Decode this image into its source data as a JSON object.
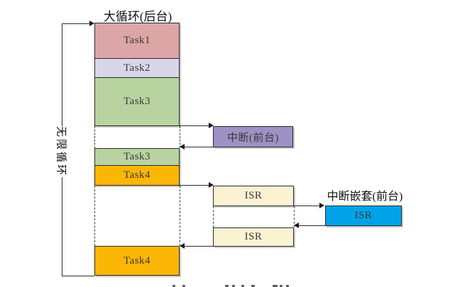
{
  "diagram": {
    "title": "大循环(后台)",
    "loop_label": "无限循环",
    "background_tasks": [
      {
        "label": "Task1",
        "color": "#dca6a6"
      },
      {
        "label": "Task2",
        "color": "#dad6ea"
      },
      {
        "label": "Task3",
        "color": "#b8d3a0"
      },
      {
        "label": "Task3",
        "color": "#b8d3a0"
      },
      {
        "label": "Task4",
        "color": "#fcb606"
      },
      {
        "label": "Task4",
        "color": "#fcb606"
      }
    ],
    "foreground_interrupt": {
      "label": "中断(前台)",
      "color": "#9e91c4"
    },
    "isr_boxes": [
      {
        "label": "ISR",
        "color": "#fbf2d2"
      },
      {
        "label": "ISR",
        "color": "#fbf2d2"
      }
    ],
    "nested_interrupt": {
      "title": "中断嵌套(前台)",
      "isr_label": "ISR",
      "color": "#00a3e8"
    }
  }
}
